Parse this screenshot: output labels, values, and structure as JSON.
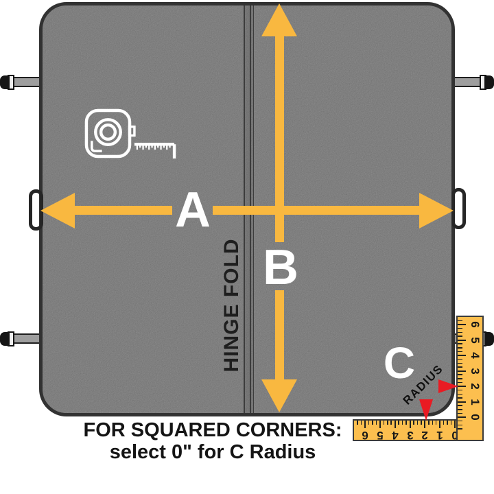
{
  "diagram_title": "cover-measurement-diagram",
  "cover": {
    "hinge_label": "HINGE FOLD",
    "fill_color": "#9d9d9d",
    "border_color": "#323232"
  },
  "dimensions": {
    "a_label": "A",
    "b_label": "B",
    "c_label": "C",
    "radius_label": "RADIUS",
    "arrow_color": "#F9B840",
    "pointer_color": "#E91B23"
  },
  "ruler": {
    "fill_color": "#FCBF4F",
    "vertical_numbers_top_to_bottom": [
      "6",
      "5",
      "4",
      "3",
      "2",
      "1",
      "0"
    ],
    "horizontal_numbers_right_to_left": [
      "0",
      "1",
      "2",
      "3",
      "4",
      "5",
      "6"
    ],
    "minor_ticks_per_unit": 3
  },
  "icons": {
    "tape_measure": "tape-measure-icon"
  },
  "footer": {
    "line1": "FOR SQUARED CORNERS:",
    "line2": "select 0\" for C Radius"
  }
}
